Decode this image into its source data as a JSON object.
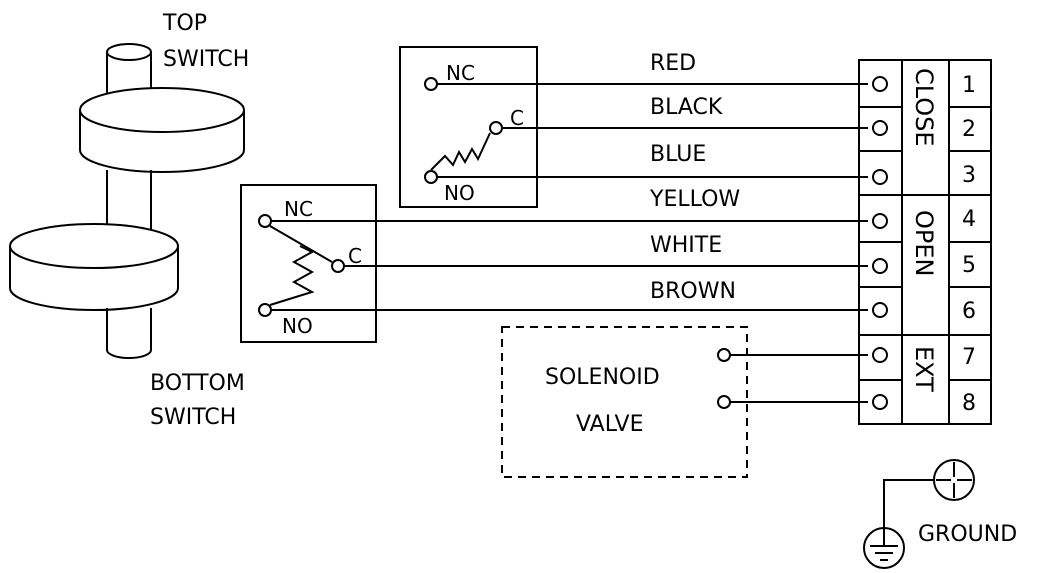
{
  "top_switch": {
    "line1": "TOP",
    "line2": "SWITCH"
  },
  "bottom_switch": {
    "line1": "BOTTOM",
    "line2": "SWITCH"
  },
  "top_box": {
    "nc": "NC",
    "c": "C",
    "no": "NO"
  },
  "bottom_box": {
    "nc": "NC",
    "c": "C",
    "no": "NO"
  },
  "wires": [
    "RED",
    "BLACK",
    "BLUE",
    "YELLOW",
    "WHITE",
    "BROWN"
  ],
  "terminals": [
    "1",
    "2",
    "3",
    "4",
    "5",
    "6",
    "7",
    "8"
  ],
  "groups": {
    "close": "CLOSE",
    "open": "OPEN",
    "ext": "EXT"
  },
  "solenoid": {
    "line1": "SOLENOID",
    "line2": "VALVE"
  },
  "ground": "GROUND"
}
